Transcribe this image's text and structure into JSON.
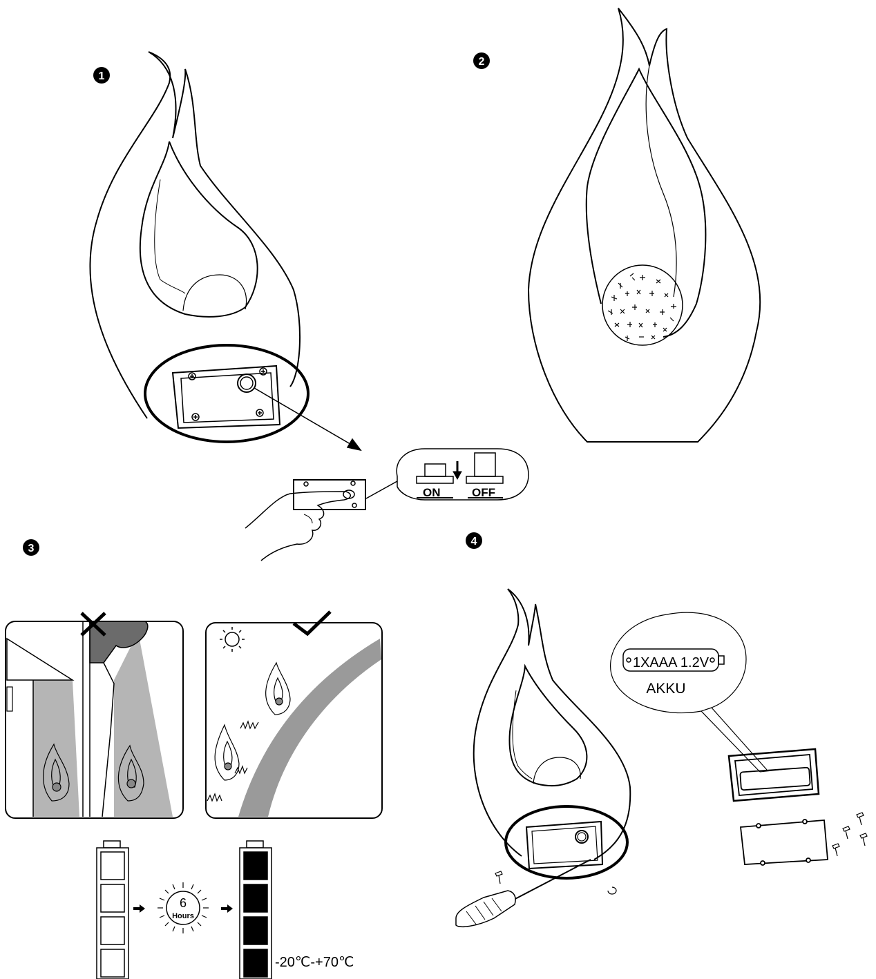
{
  "steps": [
    {
      "number": "1"
    },
    {
      "number": "2"
    },
    {
      "number": "3"
    },
    {
      "number": "4"
    }
  ],
  "switch": {
    "on_label": "ON",
    "off_label": "OFF"
  },
  "charging": {
    "hours_value": "6",
    "hours_label": "Hours",
    "temperature_range": "-20℃-+70℃"
  },
  "battery": {
    "spec": "1XAAA 1.2V",
    "type": "AKKU"
  },
  "placement": {
    "bad_mark": "cross-icon",
    "good_mark": "check-icon"
  },
  "colors": {
    "line": "#000000",
    "shade_dark": "#6b6b6b",
    "shade_mid": "#9a9a9a",
    "shade_light": "#b5b5b5",
    "background": "#ffffff"
  }
}
